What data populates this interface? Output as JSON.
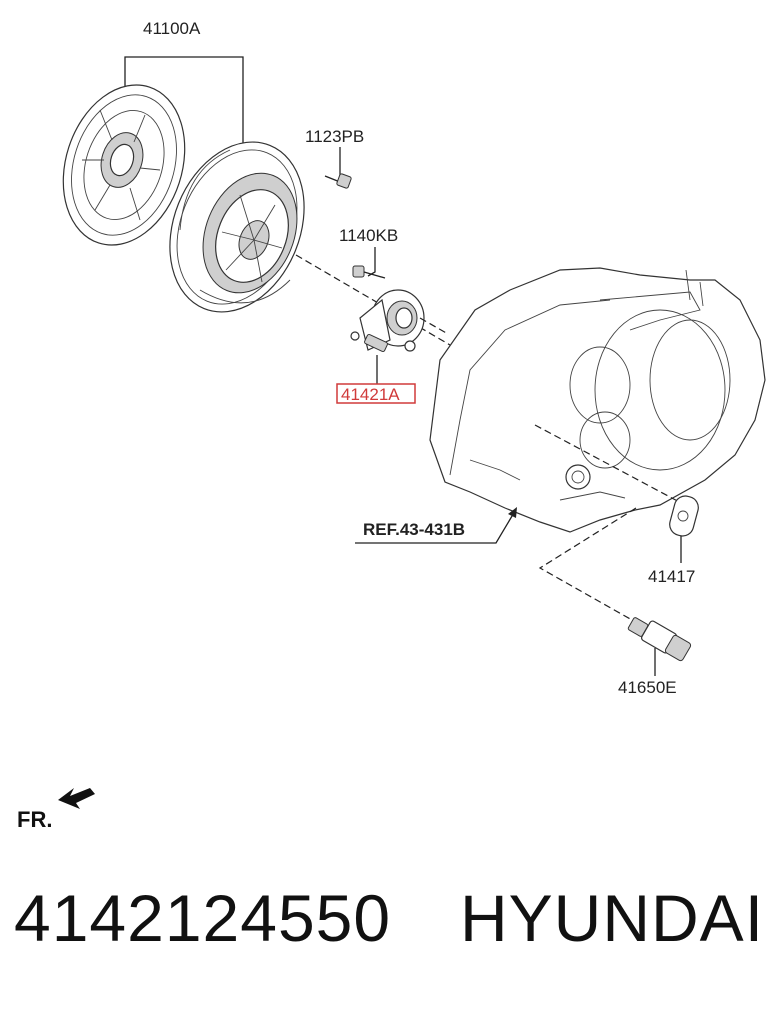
{
  "diagram": {
    "labels": {
      "clutch_set": "41100A",
      "bolt_1123": "1123PB",
      "bolt_1140": "1140KB",
      "release_cylinder": "41421A",
      "reference": "REF.43-431B",
      "gasket": "41417",
      "connector": "41650E"
    },
    "direction_marker": "FR.",
    "highlight_color": "#d03a3a"
  },
  "footer": {
    "part_number": "4142124550",
    "brand": "HYUNDAI"
  }
}
